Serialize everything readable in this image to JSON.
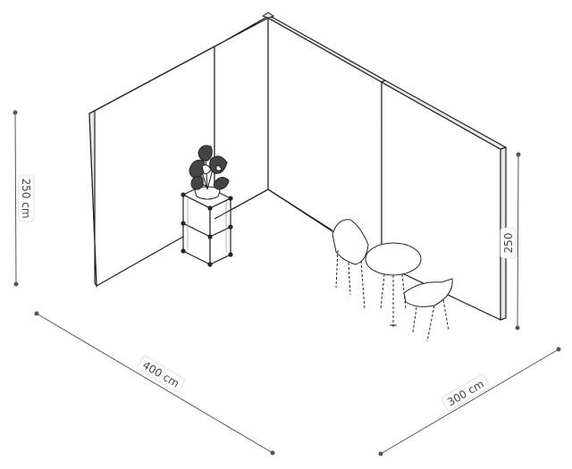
{
  "dimensions": {
    "height_left": "250 cm",
    "height_right": "250",
    "width_front": "400 cm",
    "depth_right": "300 cm"
  },
  "colors": {
    "line": "#222222",
    "dimension_line": "#555555",
    "panel_face": "#ffffff",
    "panel_edge": "#e8e8e8",
    "label_background": "#ffffff"
  },
  "icons": [
    "monstera-plant-icon",
    "cube-shelf-icon",
    "round-table-icon",
    "chair-icon"
  ]
}
